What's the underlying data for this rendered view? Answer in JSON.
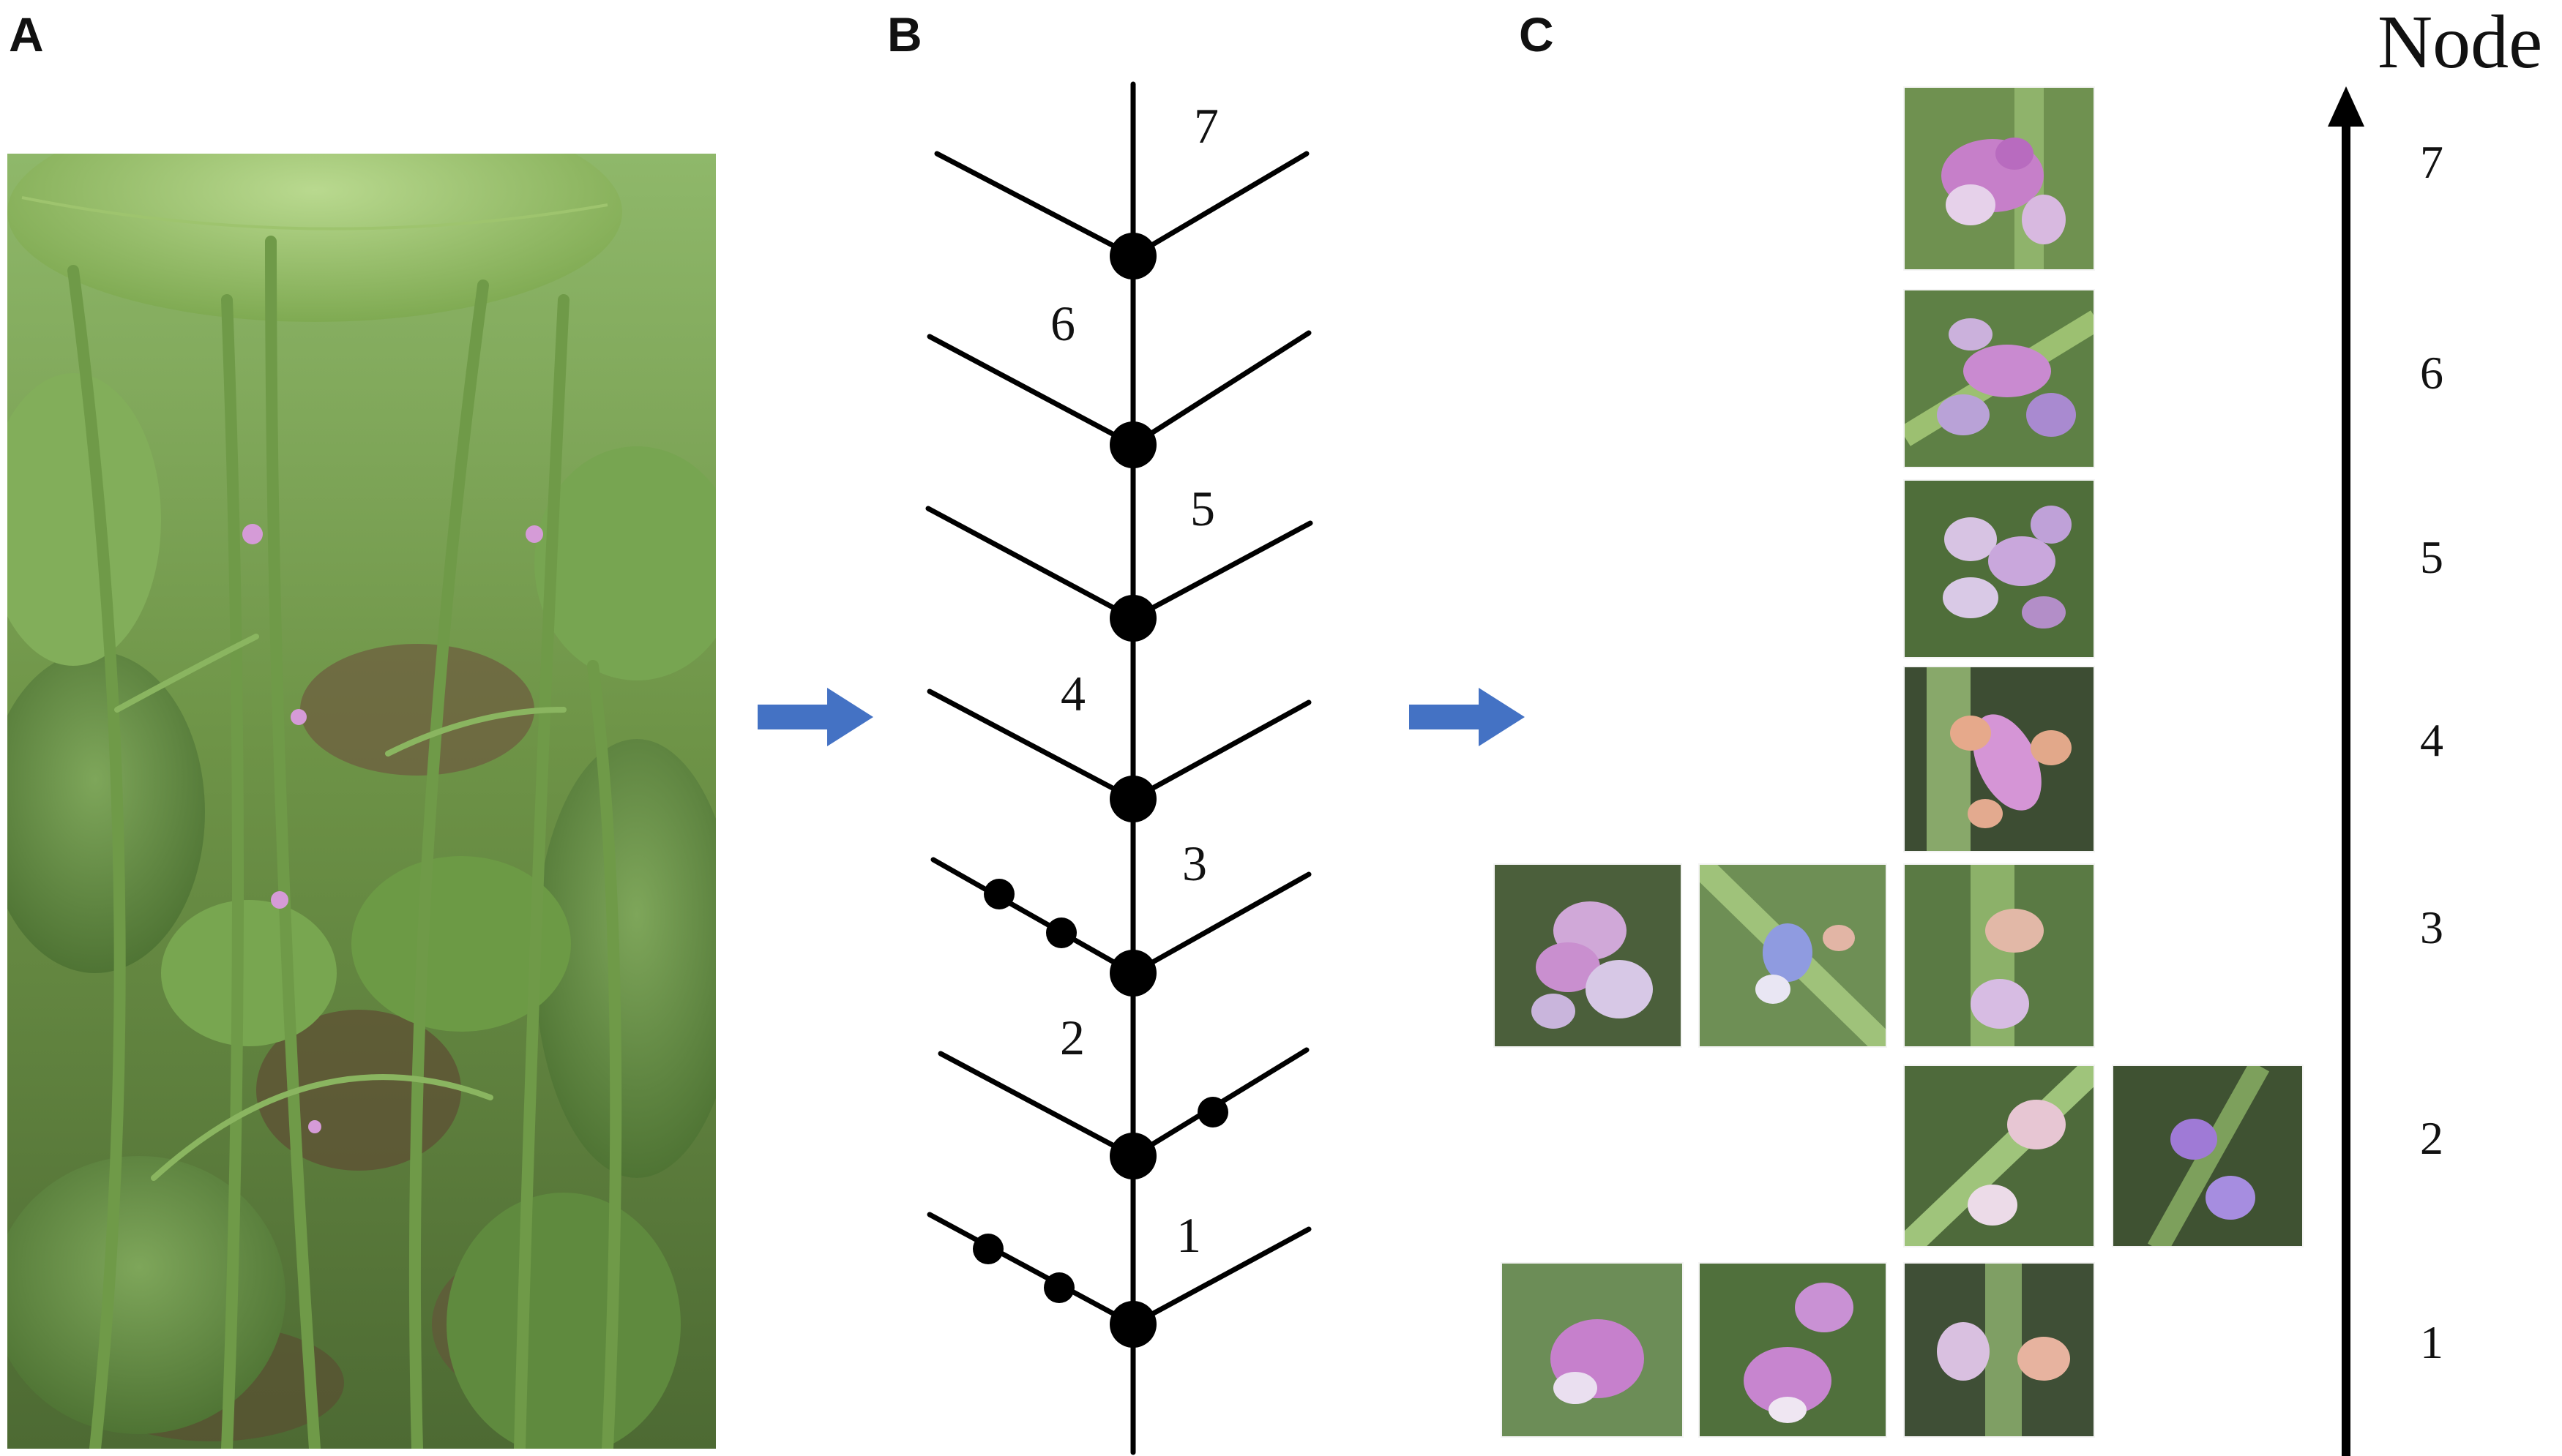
{
  "panels": {
    "a": {
      "label": "A"
    },
    "b": {
      "label": "B"
    },
    "c": {
      "label": "C"
    }
  },
  "diagram": {
    "node_numbers": [
      "7",
      "6",
      "5",
      "4",
      "3",
      "2",
      "1"
    ]
  },
  "axis": {
    "title": "Node",
    "ticks": [
      "7",
      "6",
      "5",
      "4",
      "3",
      "2",
      "1"
    ]
  },
  "colors": {
    "arrow_blue": "#4472c4",
    "ink": "#111111",
    "leaf_green": "#6a9a3c",
    "flower_pink": "#c67fc9",
    "flower_lilac": "#a58ad6"
  },
  "icons": {
    "flow_arrow": "right-arrow-icon",
    "axis_arrow": "up-arrow-icon"
  }
}
